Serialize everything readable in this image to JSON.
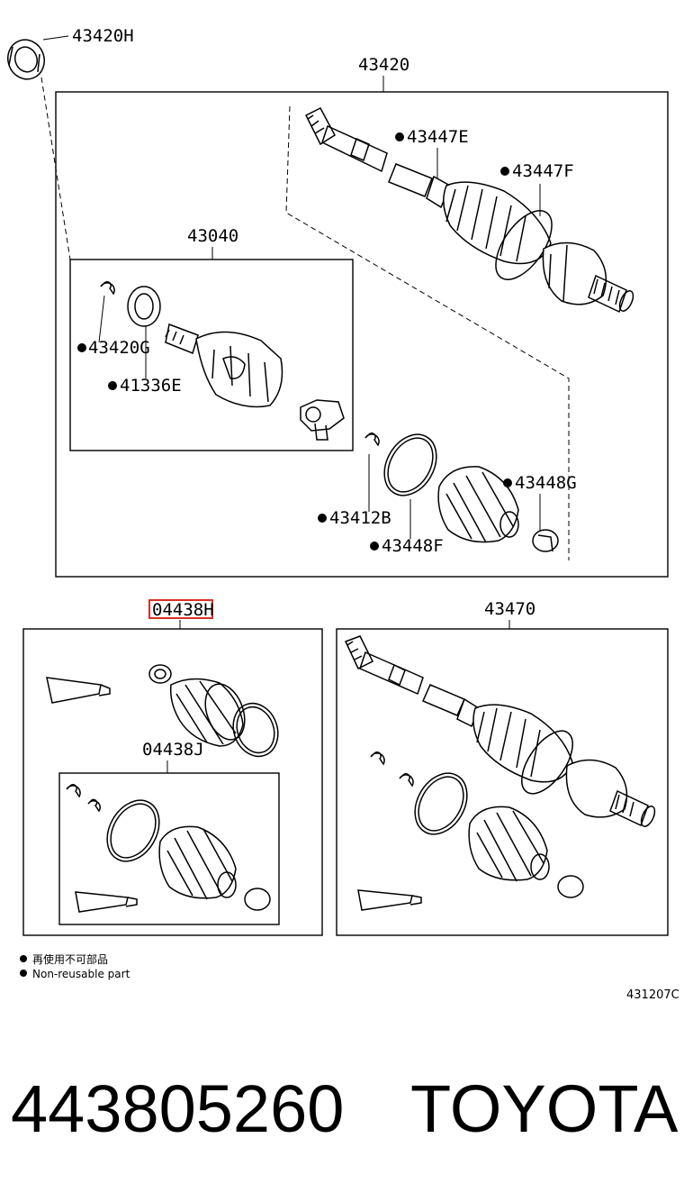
{
  "labels": {
    "p43420H": "43420H",
    "p43420": "43420",
    "p43447E": "43447E",
    "p43447F": "43447F",
    "p43040": "43040",
    "p43420G": "43420G",
    "p41336E": "41336E",
    "p43412B": "43412B",
    "p43448F": "43448F",
    "p43448G": "43448G",
    "p04438H": "04438H",
    "p43470": "43470",
    "p04438J": "04438J"
  },
  "legend": {
    "line1": "再使用不可部品",
    "line2": "Non-reusable part"
  },
  "ref_code": "431207C",
  "footer": {
    "part_number": "443805260",
    "brand": "TOYOTA"
  },
  "colors": {
    "highlight": "#d93025"
  }
}
